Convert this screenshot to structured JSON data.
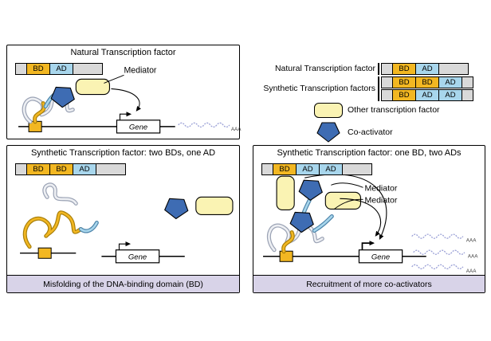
{
  "colors": {
    "bd": "#f2b722",
    "ad": "#a8d6ec",
    "linker": "#d9d9d9",
    "co_activator": "#3e6cb3",
    "other_tf": "#faf3b3",
    "caption_bg": "#d8d3e8",
    "mrna": "#9aa0d6"
  },
  "panels": {
    "natural": {
      "title": "Natural Transcription factor",
      "mediator_label": "Mediator",
      "gene_label": "Gene",
      "mrna_tail": "AAA"
    },
    "two_bds": {
      "title": "Synthetic Transcription factor: two BDs, one AD",
      "gene_label": "Gene",
      "caption": "Misfolding of the DNA-binding domain (BD)"
    },
    "one_bd": {
      "title": "Synthetic Transcription factor: one BD, two ADs",
      "mediator_label_1": "Mediator",
      "mediator_label_2": "Mediator",
      "gene_label": "Gene",
      "mrna_tail_1": "AAA",
      "mrna_tail_2": "AAA",
      "mrna_tail_3": "AAA",
      "caption": "Recruitment of more co-activators"
    }
  },
  "legend": {
    "natural_label": "Natural Transcription factor",
    "synthetic_label": "Synthetic Transcription factors",
    "other_tf_label": "Other transcription factor",
    "co_activator_label": "Co-activator"
  },
  "constructs": {
    "panel_natural": [
      {
        "type": "linker",
        "label": ""
      },
      {
        "type": "bd",
        "label": "BD"
      },
      {
        "type": "ad",
        "label": "AD"
      },
      {
        "type": "linker_long",
        "label": ""
      }
    ],
    "legend_natural": [
      {
        "type": "linker",
        "label": ""
      },
      {
        "type": "bd",
        "label": "BD"
      },
      {
        "type": "ad",
        "label": "AD"
      },
      {
        "type": "linker_long",
        "label": ""
      }
    ],
    "legend_synthetic_two_bds": [
      {
        "type": "linker",
        "label": ""
      },
      {
        "type": "bd",
        "label": "BD"
      },
      {
        "type": "bd",
        "label": "BD"
      },
      {
        "type": "ad",
        "label": "AD"
      },
      {
        "type": "linker",
        "label": ""
      }
    ],
    "legend_synthetic_two_ads": [
      {
        "type": "linker",
        "label": ""
      },
      {
        "type": "bd",
        "label": "BD"
      },
      {
        "type": "ad",
        "label": "AD"
      },
      {
        "type": "ad",
        "label": "AD"
      },
      {
        "type": "linker",
        "label": ""
      }
    ],
    "panel_two_bds": [
      {
        "type": "linker",
        "label": ""
      },
      {
        "type": "bd",
        "label": "BD"
      },
      {
        "type": "bd",
        "label": "BD"
      },
      {
        "type": "ad",
        "label": "AD"
      },
      {
        "type": "linker_long",
        "label": ""
      }
    ],
    "panel_one_bd": [
      {
        "type": "linker",
        "label": ""
      },
      {
        "type": "bd",
        "label": "BD"
      },
      {
        "type": "ad",
        "label": "AD"
      },
      {
        "type": "ad",
        "label": "AD"
      },
      {
        "type": "linker_long",
        "label": ""
      }
    ]
  }
}
